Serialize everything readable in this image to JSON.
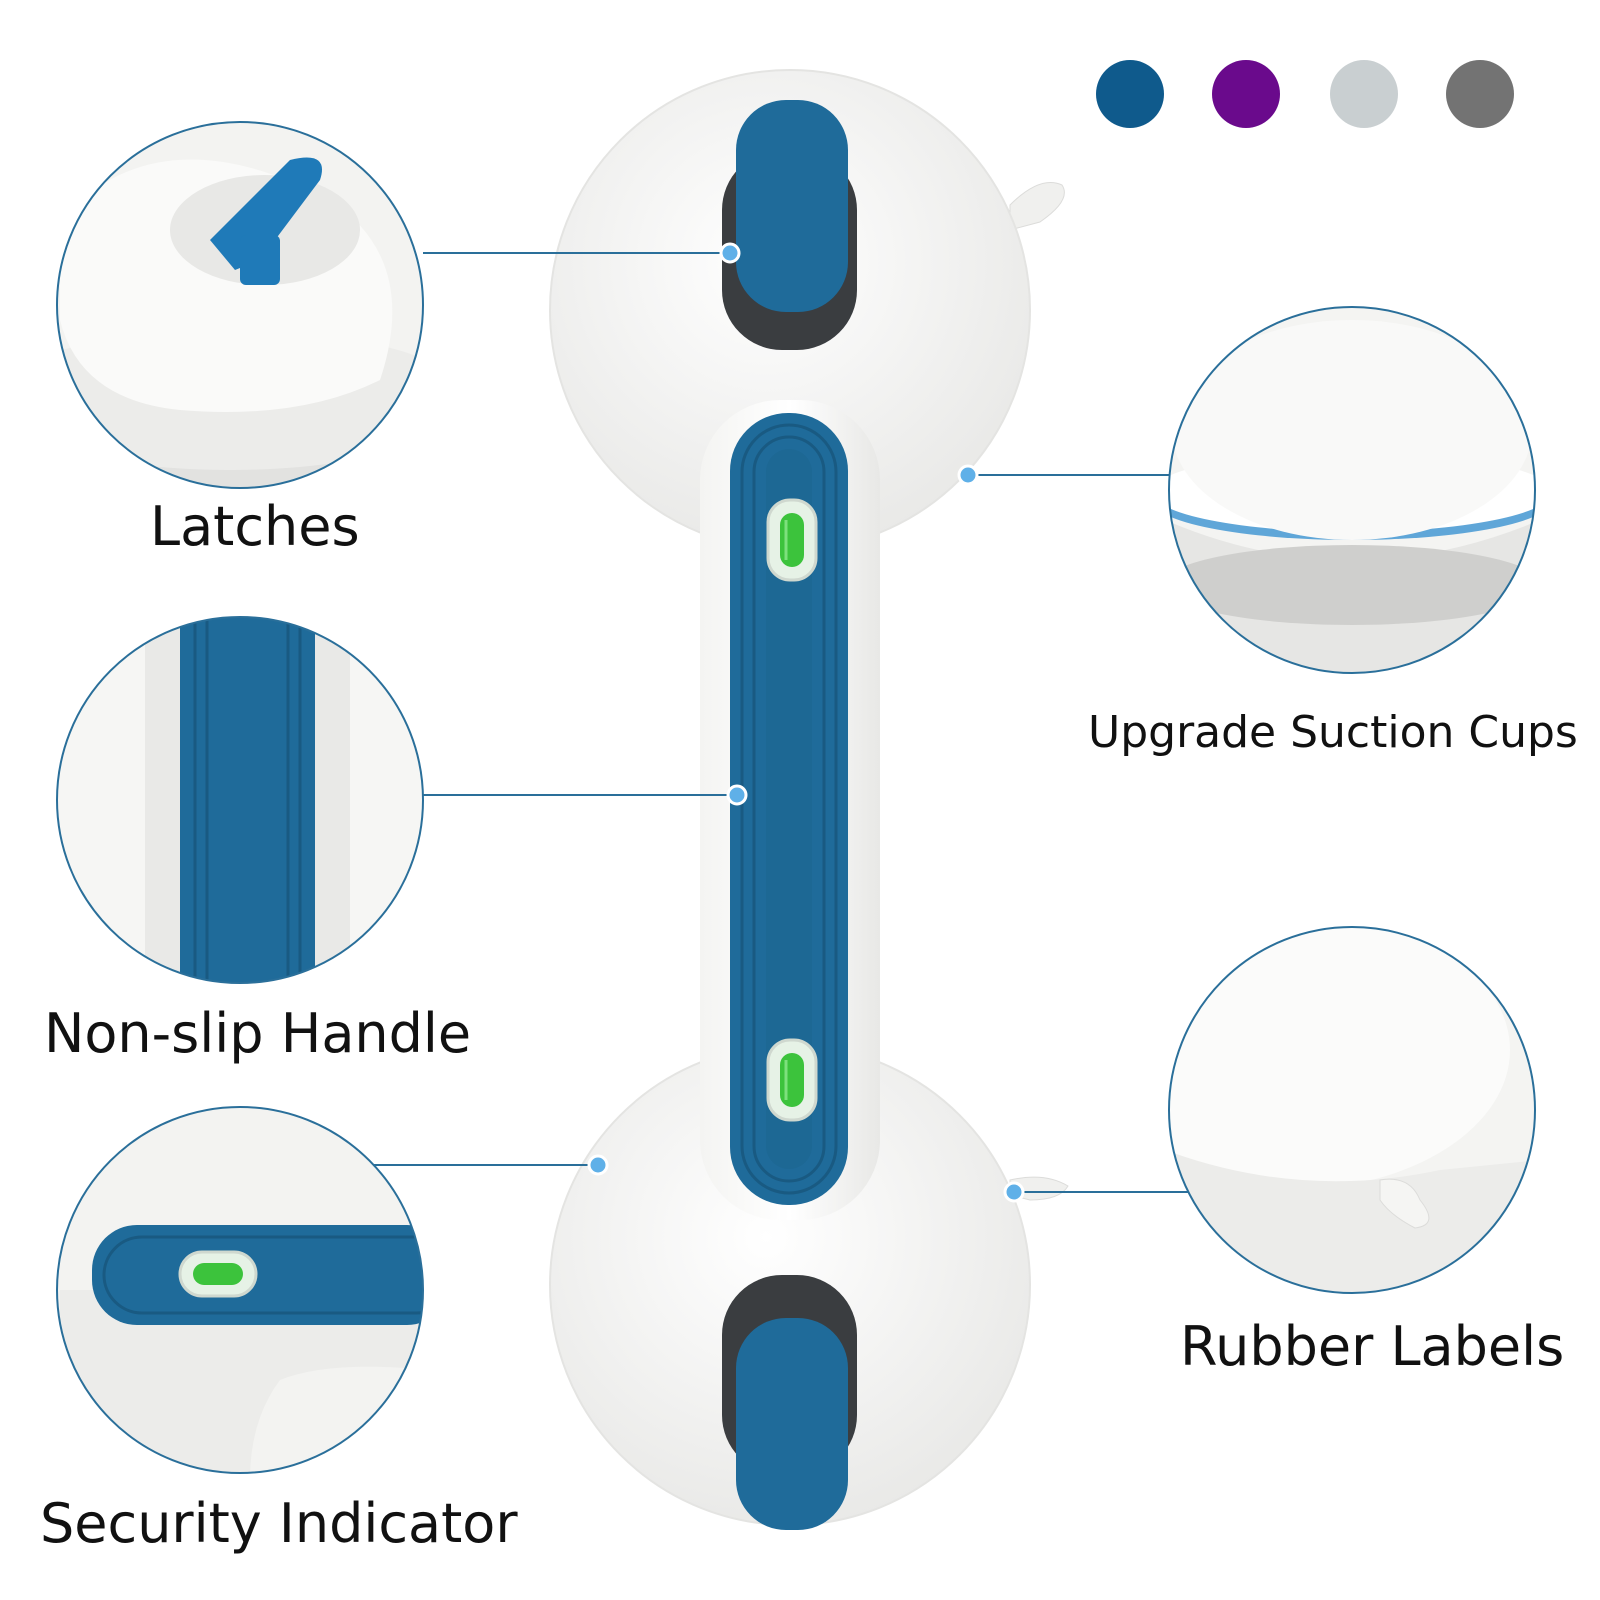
{
  "labels": {
    "latches": "Latches",
    "non_slip_handle": "Non-slip Handle",
    "security_indicator": "Security Indicator",
    "upgrade_suction_cups": "Upgrade Suction Cups",
    "rubber_labels": "Rubber Labels"
  },
  "color_options": [
    "#0f5a8c",
    "#6a0a8c",
    "#c9cfd1",
    "#737373"
  ],
  "colors": {
    "accent_blue": "#1f6b9a",
    "callout_line": "#2a6f9a",
    "dot": "#5fb0e8",
    "indicator_green": "#3cc33c"
  }
}
